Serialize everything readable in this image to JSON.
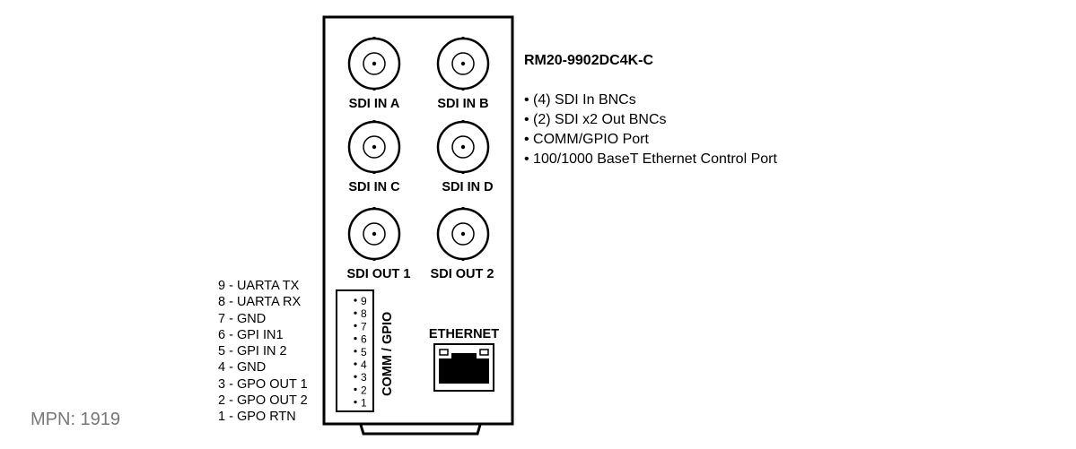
{
  "colors": {
    "line": "#000000",
    "mpn_text": "#777777",
    "background": "#ffffff"
  },
  "product": {
    "model": "RM20-9902DC4K-C",
    "features": [
      "• (4) SDI In BNCs",
      "• (2) SDI x2 Out BNCs",
      "• COMM/GPIO Port",
      "• 100/1000 BaseT Ethernet Control Port"
    ],
    "mpn": "MPN: 1919"
  },
  "panel": {
    "connectors": [
      {
        "label": "SDI IN A",
        "icon": "bnc-connector-icon"
      },
      {
        "label": "SDI IN B",
        "icon": "bnc-connector-icon"
      },
      {
        "label": "SDI IN C",
        "icon": "bnc-connector-icon"
      },
      {
        "label": "SDI IN D",
        "icon": "bnc-connector-icon"
      },
      {
        "label": "SDI OUT 1",
        "icon": "bnc-connector-icon"
      },
      {
        "label": "SDI OUT 2",
        "icon": "bnc-connector-icon"
      }
    ],
    "comm_gpio": {
      "label": "COMM / GPIO",
      "pin_numbers": [
        "9",
        "8",
        "7",
        "6",
        "5",
        "4",
        "3",
        "2",
        "1"
      ]
    },
    "ethernet": {
      "label": "ETHERNET",
      "icon": "rj45-port-icon"
    }
  },
  "pinout": [
    "9 - UARTA TX",
    "8 - UARTA RX",
    "7 - GND",
    "6 - GPI IN1",
    "5 - GPI IN 2",
    "4 - GND",
    "3 - GPO OUT 1",
    "2 - GPO OUT 2",
    "1 - GPO RTN"
  ]
}
